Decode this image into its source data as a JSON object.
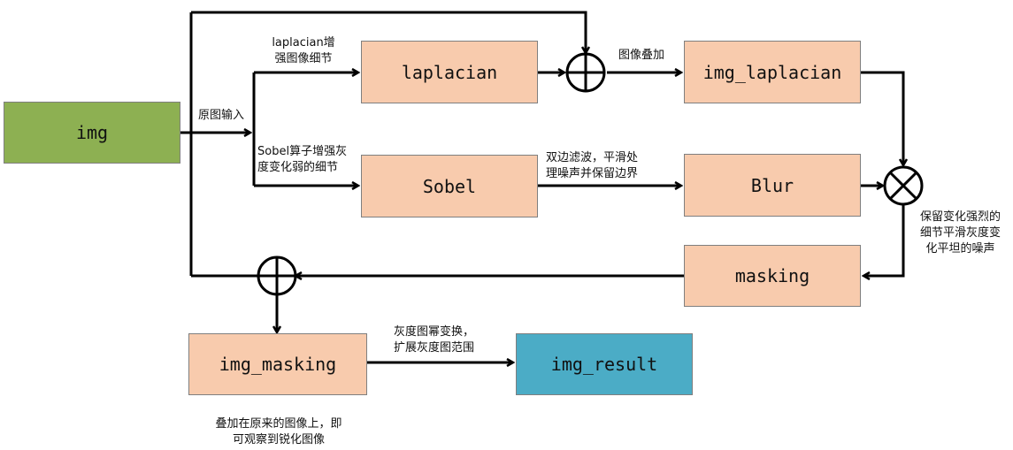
{
  "nodes": {
    "img": "img",
    "laplacian": "laplacian",
    "img_laplacian": "img_laplacian",
    "sobel": "Sobel",
    "blur": "Blur",
    "masking": "masking",
    "img_masking": "img_masking",
    "img_result": "img_result"
  },
  "edge_labels": {
    "laplacian_enhance": "laplacian增\n强图像细节",
    "original_input": "原图输入",
    "sobel_enhance": "Sobel算子增强灰\n度变化弱的细节",
    "image_overlay": "图像叠加",
    "bilateral_filter": "双边滤波，平滑处\n理噪声并保留边界",
    "keep_strong": "保留变化强烈的\n细节平滑灰度变\n化平坦的噪声",
    "power_transform": "灰度图幂变换，\n扩展灰度图范围",
    "overlay_result": "叠加在原来的图像上，即\n可观察到锐化图像"
  },
  "colors": {
    "input": "#8db052",
    "process": "#f8cbad",
    "output": "#4bacc6",
    "line": "#000000"
  }
}
